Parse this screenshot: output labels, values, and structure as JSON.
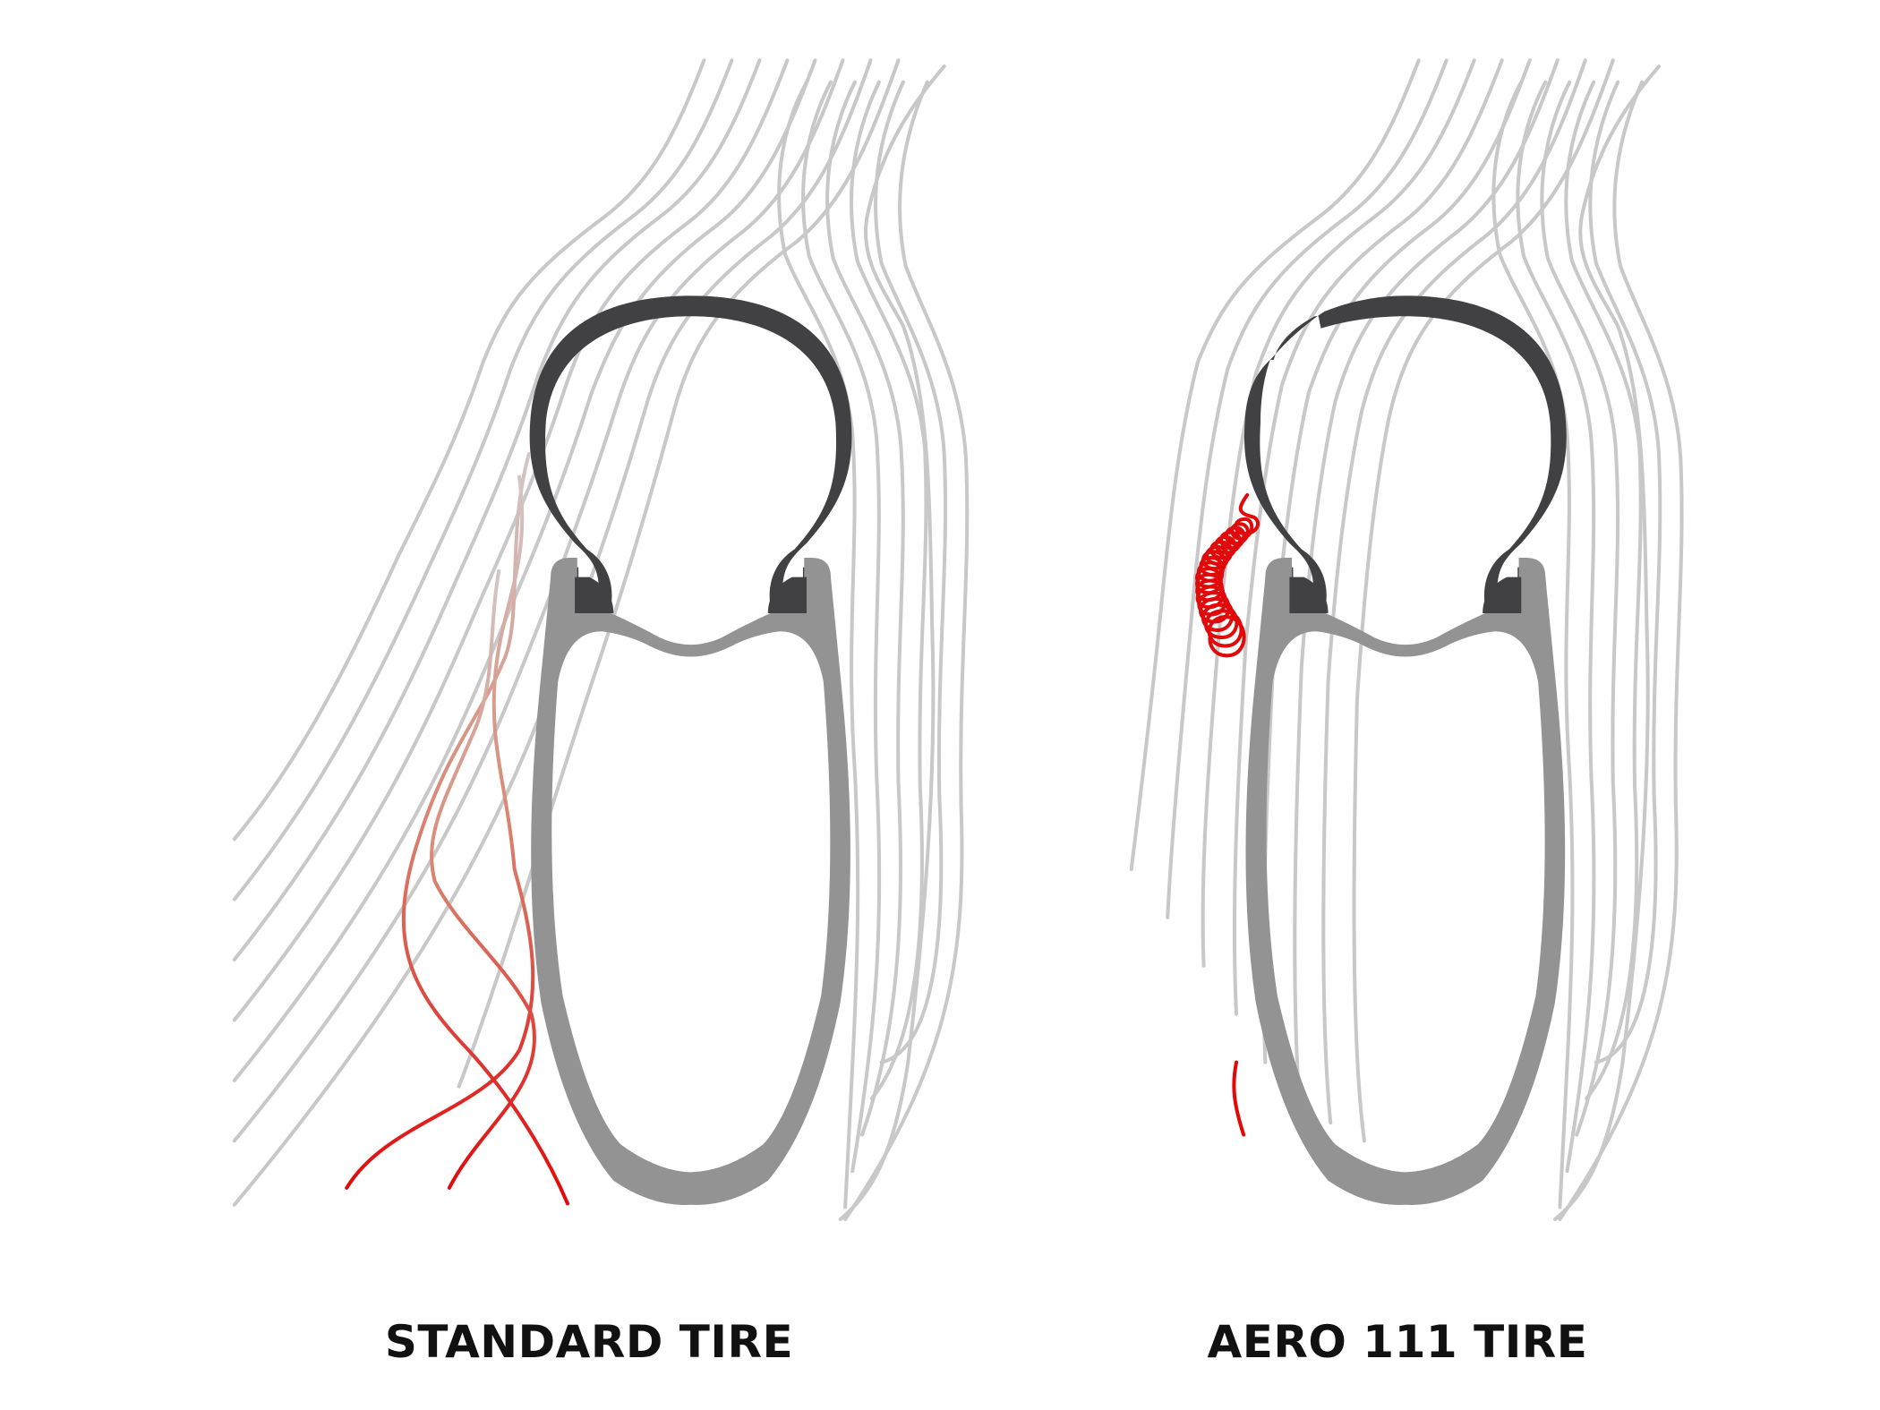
{
  "panels": [
    {
      "id": "standard",
      "label": "STANDARD TIRE",
      "flow": "turbulent",
      "wake": "wide crossing separated streamlines"
    },
    {
      "id": "aero111",
      "label": "AERO 111 TIRE",
      "flow": "attached",
      "wake": "tight vortex spiral along rim"
    }
  ],
  "colors": {
    "background": "#ffffff",
    "streamline": "#c8c8c8",
    "tire": "#414042",
    "rim": "#939393",
    "wake_start": "#cdbebe",
    "wake_end": "#e00a0a",
    "label": "#111111"
  }
}
